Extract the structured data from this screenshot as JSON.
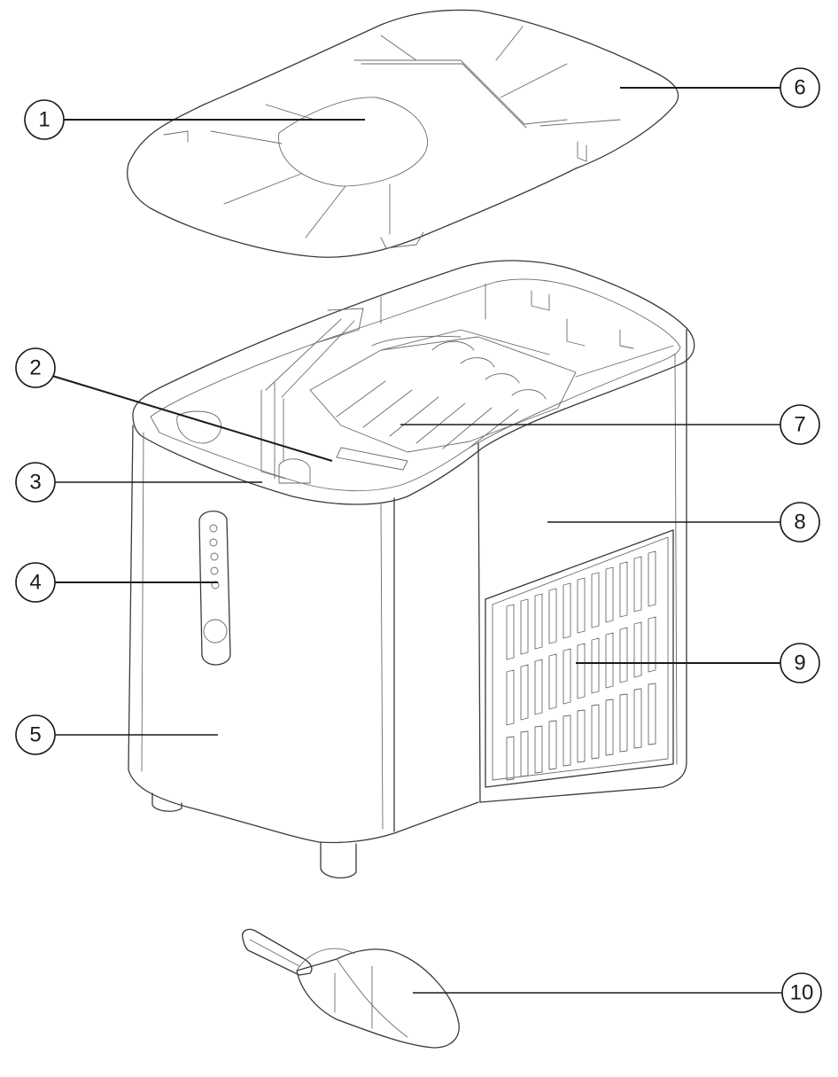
{
  "callouts": [
    {
      "id": "1",
      "label": "1"
    },
    {
      "id": "2",
      "label": "2"
    },
    {
      "id": "3",
      "label": "3"
    },
    {
      "id": "4",
      "label": "4"
    },
    {
      "id": "5",
      "label": "5"
    },
    {
      "id": "6",
      "label": "6"
    },
    {
      "id": "7",
      "label": "7"
    },
    {
      "id": "8",
      "label": "8"
    },
    {
      "id": "9",
      "label": "9"
    },
    {
      "id": "10",
      "label": "10"
    }
  ],
  "colors": {
    "line": "#3a3a3a",
    "leader": "#1a1a1a",
    "background": "#ffffff"
  }
}
